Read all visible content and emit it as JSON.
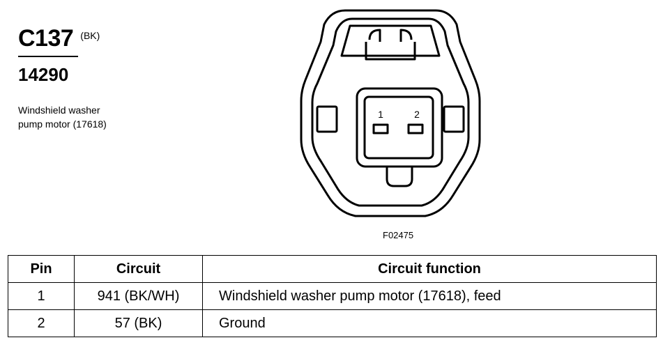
{
  "connector": {
    "code": "C137",
    "color": "(BK)",
    "harness": "14290",
    "description_line1": "Windshield washer",
    "description_line2": "pump motor (17618)"
  },
  "figure": {
    "reference": "F02475",
    "pins": [
      {
        "label": "1"
      },
      {
        "label": "2"
      }
    ]
  },
  "table": {
    "headers": {
      "pin": "Pin",
      "circuit": "Circuit",
      "function": "Circuit function"
    },
    "rows": [
      {
        "pin": "1",
        "circuit": "941 (BK/WH)",
        "function": "Windshield washer pump motor (17618), feed"
      },
      {
        "pin": "2",
        "circuit": "57 (BK)",
        "function": "Ground"
      }
    ]
  }
}
